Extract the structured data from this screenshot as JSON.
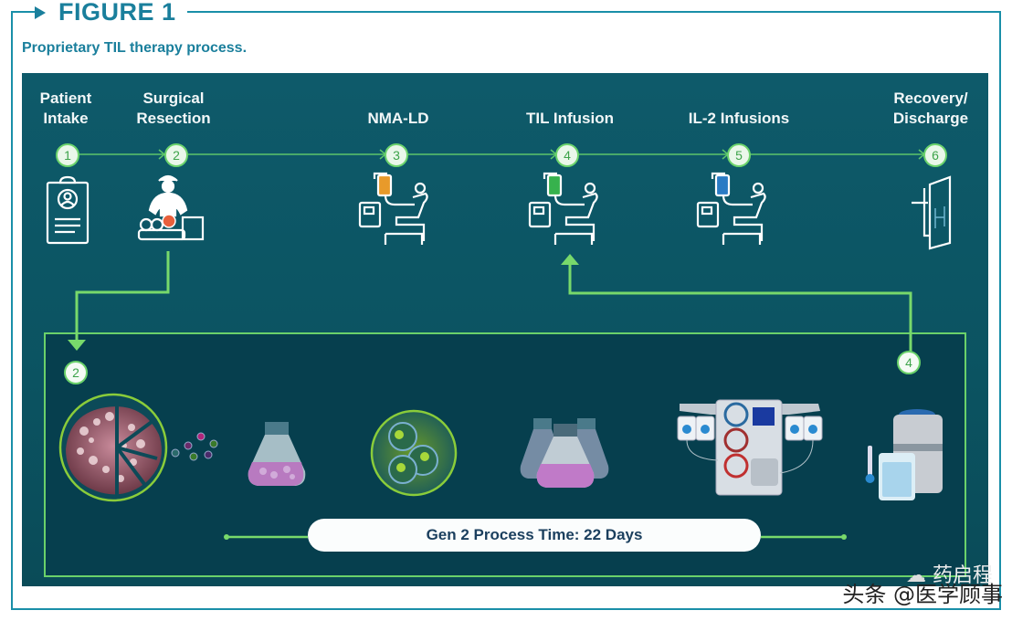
{
  "figure": {
    "title": "FIGURE 1",
    "subtitle": "Proprietary TIL therapy process."
  },
  "steps": [
    {
      "num": "1",
      "label_line1": "Patient",
      "label_line2": "Intake",
      "icon": "clipboard-patient-icon"
    },
    {
      "num": "2",
      "label_line1": "Surgical",
      "label_line2": "Resection",
      "icon": "surgeon-icon"
    },
    {
      "num": "3",
      "label_line1": "",
      "label_line2": "NMA-LD",
      "icon": "iv-chair-orange-icon"
    },
    {
      "num": "4",
      "label_line1": "",
      "label_line2": "TIL Infusion",
      "icon": "iv-chair-green-icon"
    },
    {
      "num": "5",
      "label_line1": "",
      "label_line2": "IL-2 Infusions",
      "icon": "iv-chair-blue-icon"
    },
    {
      "num": "6",
      "label_line1": "Recovery/",
      "label_line2": "Discharge",
      "icon": "hospital-door-icon"
    }
  ],
  "process": {
    "start_num": "2",
    "end_num": "4",
    "time_label": "Gen 2 Process Time: 22 Days",
    "icons": [
      "tumor-fragment-icon",
      "culture-flask-icon",
      "cell-expansion-icon",
      "multi-flask-icon",
      "bioreactor-machine-icon",
      "cryo-storage-icon"
    ]
  },
  "watermark": {
    "line1": "药启程",
    "line2": "头条 @医学顾事"
  },
  "colors": {
    "accent_teal": "#1a7f9c",
    "panel_bg": "#0b5361",
    "inner_bg": "#063f4e",
    "green": "#6ad16a"
  }
}
